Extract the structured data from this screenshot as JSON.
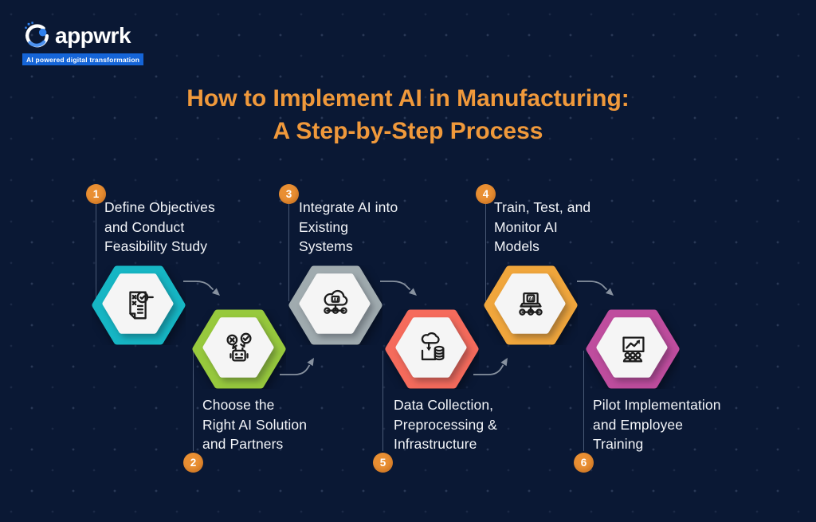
{
  "logo": {
    "brand": "appwrk",
    "tagline": "AI powered digital transformation",
    "icon": "appwrk-ring-icon"
  },
  "title": {
    "line1": "How to Implement AI in Manufacturing:",
    "line2": "A Step-by-Step Process"
  },
  "colors": {
    "background": "#0a1834",
    "title_text": "#f0993b",
    "step_text": "#f3f5f9",
    "step_number_bg": "#e98f33",
    "arrow": "#87919f",
    "logo_bar": "#1565d8",
    "logo_accent": "#2f80ed",
    "hex_inner": "#f5f5f5"
  },
  "steps": [
    {
      "number": "1",
      "lines": [
        "Define Objectives",
        "and Conduct",
        "Feasibility Study"
      ],
      "hex_color": "#16b6c4",
      "icon": "feasibility-audit-icon",
      "position": "top"
    },
    {
      "number": "2",
      "lines": [
        "Choose the",
        "Right AI Solution",
        "and Partners"
      ],
      "hex_color": "#97c93d",
      "icon": "ai-solution-robot-icon",
      "position": "bottom"
    },
    {
      "number": "3",
      "lines": [
        "Integrate AI into",
        "Existing",
        "Systems"
      ],
      "hex_color": "#a0abaf",
      "icon": "ai-cloud-network-icon",
      "position": "top"
    },
    {
      "number": "4",
      "lines": [
        "Train, Test, and",
        "Monitor AI",
        "Models"
      ],
      "hex_color": "#f0a63c",
      "icon": "ai-model-monitor-icon",
      "position": "top"
    },
    {
      "number": "5",
      "lines": [
        "Data Collection,",
        "Preprocessing &",
        "Infrastructure"
      ],
      "hex_color": "#f56b5c",
      "icon": "data-infrastructure-icon",
      "position": "bottom"
    },
    {
      "number": "6",
      "lines": [
        "Pilot Implementation",
        "and Employee",
        "Training"
      ],
      "hex_color": "#bf4d9e",
      "icon": "employee-training-icon",
      "position": "bottom"
    }
  ]
}
